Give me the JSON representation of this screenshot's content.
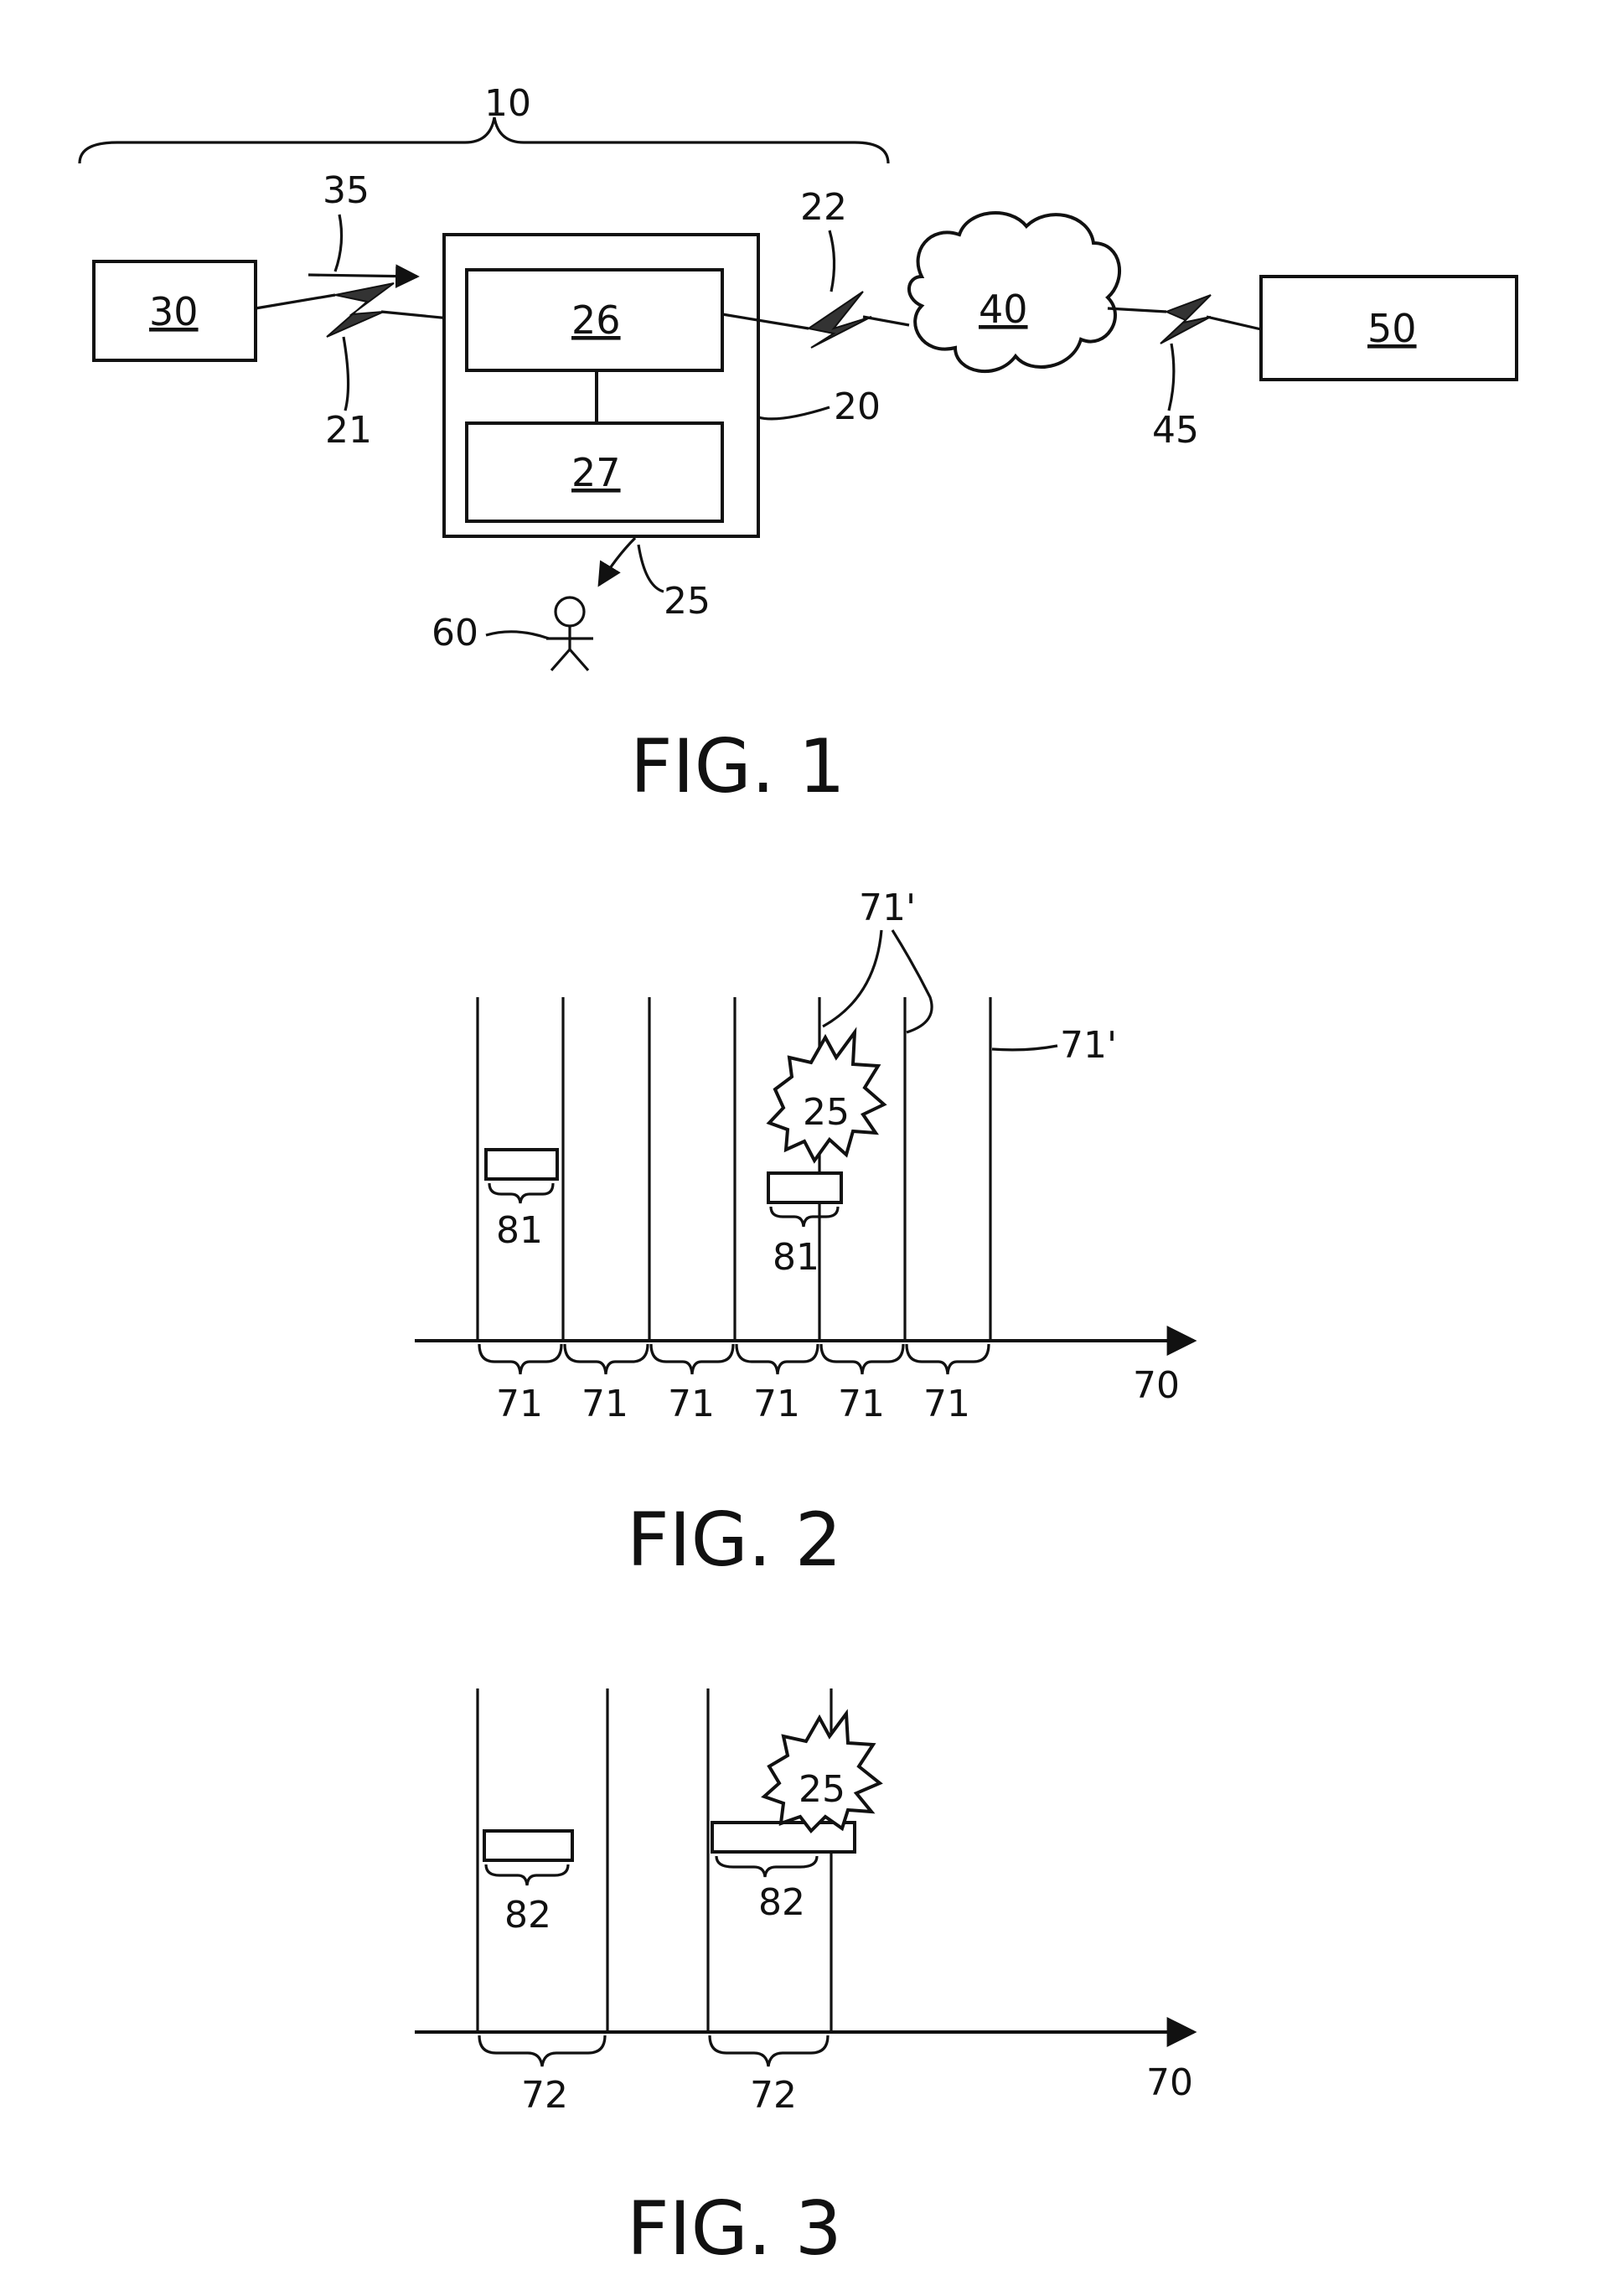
{
  "fig1": {
    "caption": "FIG. 1",
    "system_label": "10",
    "blocks": {
      "source": "30",
      "device": "20",
      "unit_top": "26",
      "unit_bottom": "27",
      "network": "40",
      "server": "50"
    },
    "links": {
      "signal_arrow": "35",
      "link_in": "21",
      "link_out": "22",
      "link_server": "45",
      "alert": "25"
    },
    "user": "60"
  },
  "fig2": {
    "caption": "FIG. 2",
    "axis": "70",
    "slot_label": "71",
    "slot_labels": [
      "71",
      "71",
      "71",
      "71",
      "71",
      "71"
    ],
    "boundary_label": "71'",
    "boundary_label_right": "71'",
    "burst": "25",
    "packet_left": "81",
    "packet_right": "81"
  },
  "fig3": {
    "caption": "FIG. 3",
    "axis": "70",
    "slot_labels": [
      "72",
      "72"
    ],
    "burst": "25",
    "packet_left": "82",
    "packet_right": "82"
  }
}
